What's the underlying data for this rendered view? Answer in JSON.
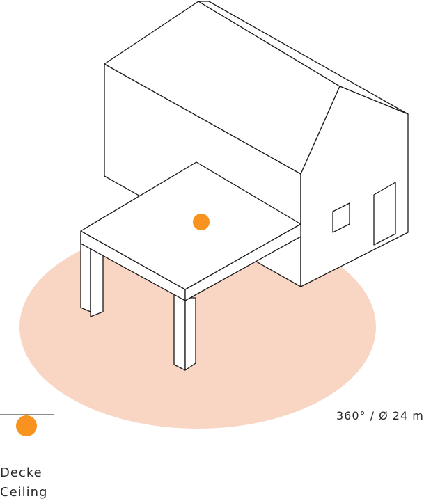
{
  "colors": {
    "coverage": "#f9d5c3",
    "sensor": "#f7931e",
    "stroke": "#1a1a1a",
    "fill": "#ffffff"
  },
  "coverage": {
    "angle_label": "360° / Ø 24 m"
  },
  "legend": {
    "mount_de": "Decke",
    "mount_en": "Ceiling"
  }
}
